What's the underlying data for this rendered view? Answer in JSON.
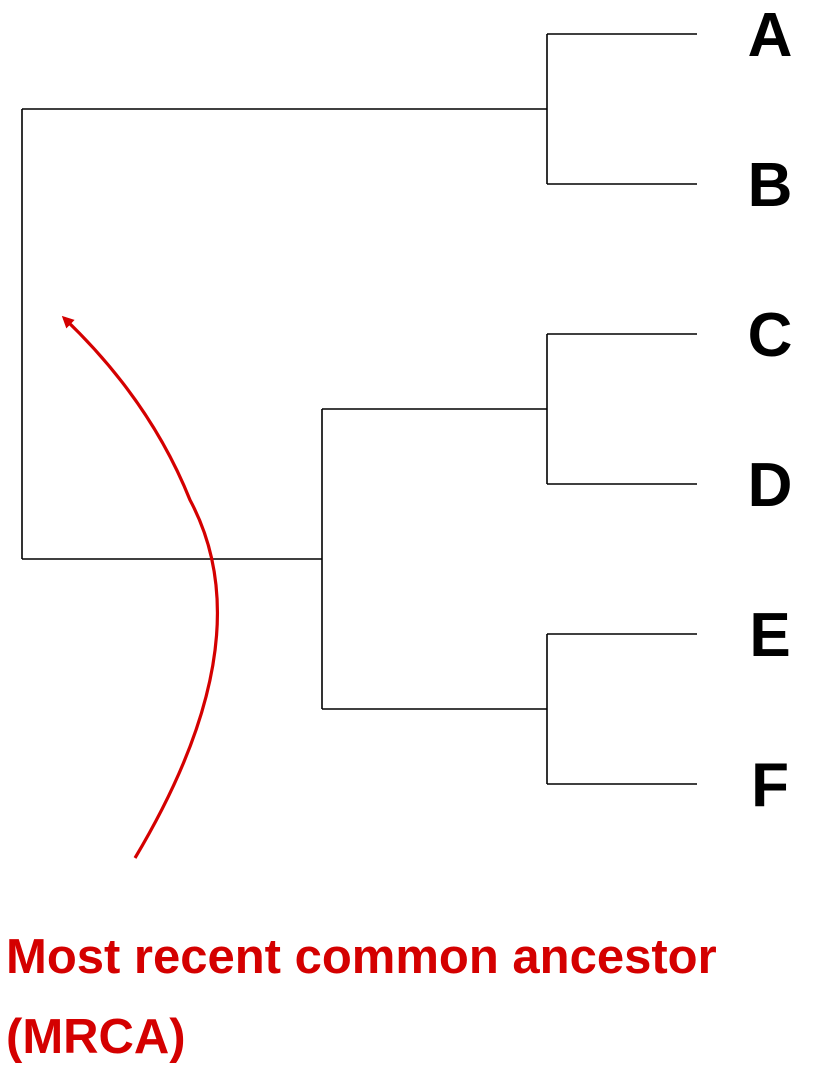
{
  "tree": {
    "tips": [
      "A",
      "B",
      "C",
      "D",
      "E",
      "F"
    ],
    "topology": [
      [
        "A",
        "B"
      ],
      [
        [
          "C",
          "D"
        ],
        [
          "E",
          "F"
        ]
      ]
    ]
  },
  "annotation": {
    "line1": "Most recent common ancestor",
    "line2": "(MRCA)",
    "color": "#d40000"
  },
  "colors": {
    "branch": "#000000",
    "label": "#000000"
  }
}
